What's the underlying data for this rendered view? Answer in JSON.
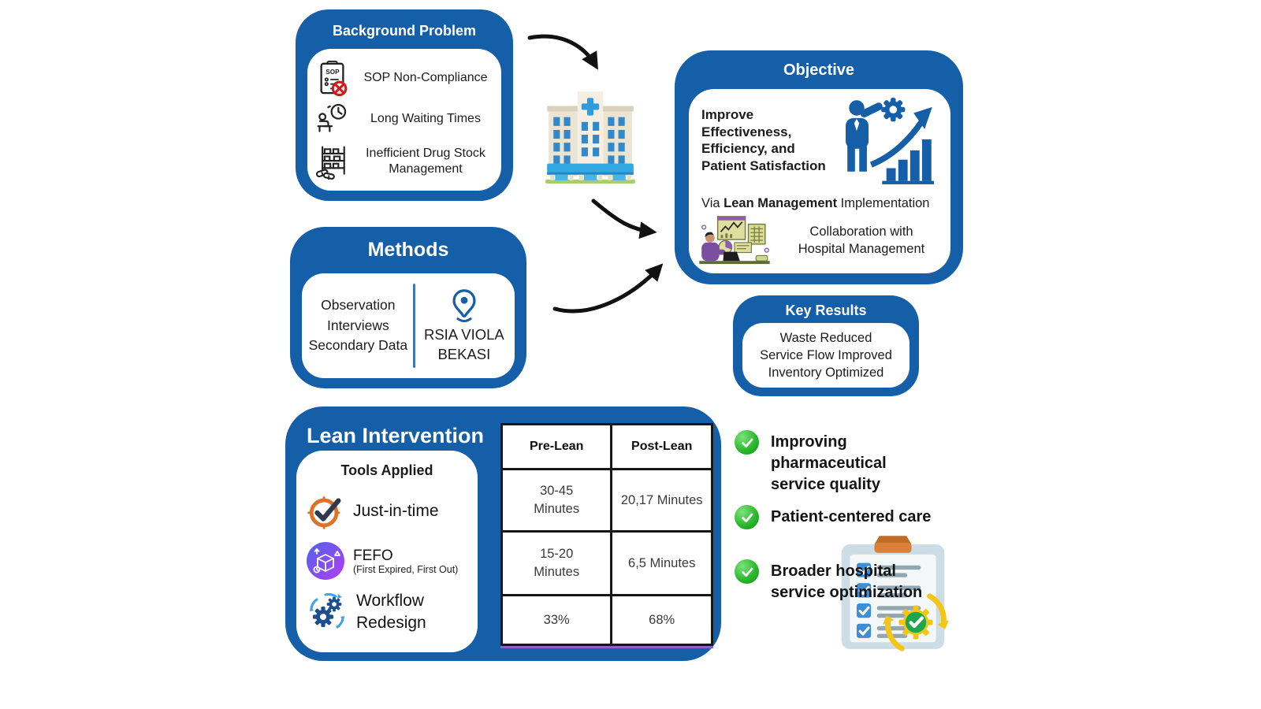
{
  "colors": {
    "primary_blue": "#145FA8",
    "divider_blue": "#3E78B2",
    "table_border": "#161616",
    "table_accent_purple": "#8A63C9",
    "check_green": "#2DB92D",
    "jit_orange": "#DE7327",
    "fefo_purple": "#B13DF2",
    "workflow_gear_blue": "#1D4E8F",
    "badge_yellow": "#F3C517"
  },
  "background_problem": {
    "title": "Background Problem",
    "items": [
      {
        "icon": "sop-noncompliance-icon",
        "label": "SOP Non-Compliance"
      },
      {
        "icon": "long-waiting-icon",
        "label": "Long Waiting Times"
      },
      {
        "icon": "drug-stock-icon",
        "label": "Inefficient Drug Stock Management"
      }
    ]
  },
  "hospital": {
    "icon": "hospital-building-icon"
  },
  "objective": {
    "title": "Objective",
    "goal": "Improve Effectiveness, Efficiency, and Patient Satisfaction",
    "via": {
      "prefix": "Via ",
      "bold": "Lean Management",
      "suffix": " Implementation"
    },
    "icon": "growth-chart-person-icon",
    "collaboration": {
      "icon": "collaboration-analytics-icon",
      "label": "Collaboration with Hospital Management"
    }
  },
  "methods": {
    "title": "Methods",
    "approaches": [
      "Observation",
      "Interviews",
      "Secondary Data"
    ],
    "location": {
      "icon": "location-pin-icon",
      "label": "RSIA VIOLA BEKASI"
    }
  },
  "key_results": {
    "title": "Key Results",
    "items": [
      "Waste Reduced",
      "Service Flow Improved",
      "Inventory Optimized"
    ]
  },
  "lean_intervention": {
    "title": "Lean Intervention",
    "tools_title": "Tools Applied",
    "tools": [
      {
        "icon": "jit-clock-icon",
        "name": "Just-in-time",
        "subtitle": ""
      },
      {
        "icon": "fefo-box-icon",
        "name": "FEFO",
        "subtitle": "(First Expired, First Out)"
      },
      {
        "icon": "workflow-gears-icon",
        "name": "Workflow Redesign",
        "subtitle": ""
      }
    ]
  },
  "comparison_table": {
    "headers": [
      "Pre-Lean",
      "Post-Lean"
    ],
    "rows": [
      [
        "30-45 Minutes",
        "20,17 Minutes"
      ],
      [
        "15-20 Minutes",
        "6,5 Minutes"
      ],
      [
        "33%",
        "68%"
      ]
    ]
  },
  "benefits": [
    {
      "icon": "check-icon",
      "label": "Improving pharmaceutical service quality"
    },
    {
      "icon": "check-icon",
      "label": "Patient-centered care"
    },
    {
      "icon": "check-icon",
      "label": "Broader hospital service optimization"
    }
  ],
  "decorations": {
    "clipboard_icon": "clipboard-checklist-icon",
    "badge_icon": "process-check-badge-icon",
    "arrows": [
      "curved-arrow-icon",
      "curved-arrow-icon",
      "curved-arrow-icon"
    ]
  }
}
